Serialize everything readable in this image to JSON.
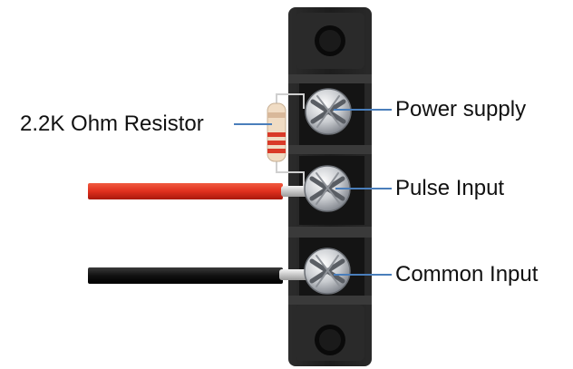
{
  "labels": {
    "resistor": "2.2K Ohm Resistor",
    "power_supply": "Power supply",
    "pulse_input": "Pulse Input",
    "common_input": "Common Input"
  },
  "colors": {
    "callout_line": "#4a7ebb",
    "terminal_block": "#1f1f1f",
    "red_wire": "#e0301e",
    "black_wire": "#111111",
    "resistor_body": "#f0dcc4"
  }
}
